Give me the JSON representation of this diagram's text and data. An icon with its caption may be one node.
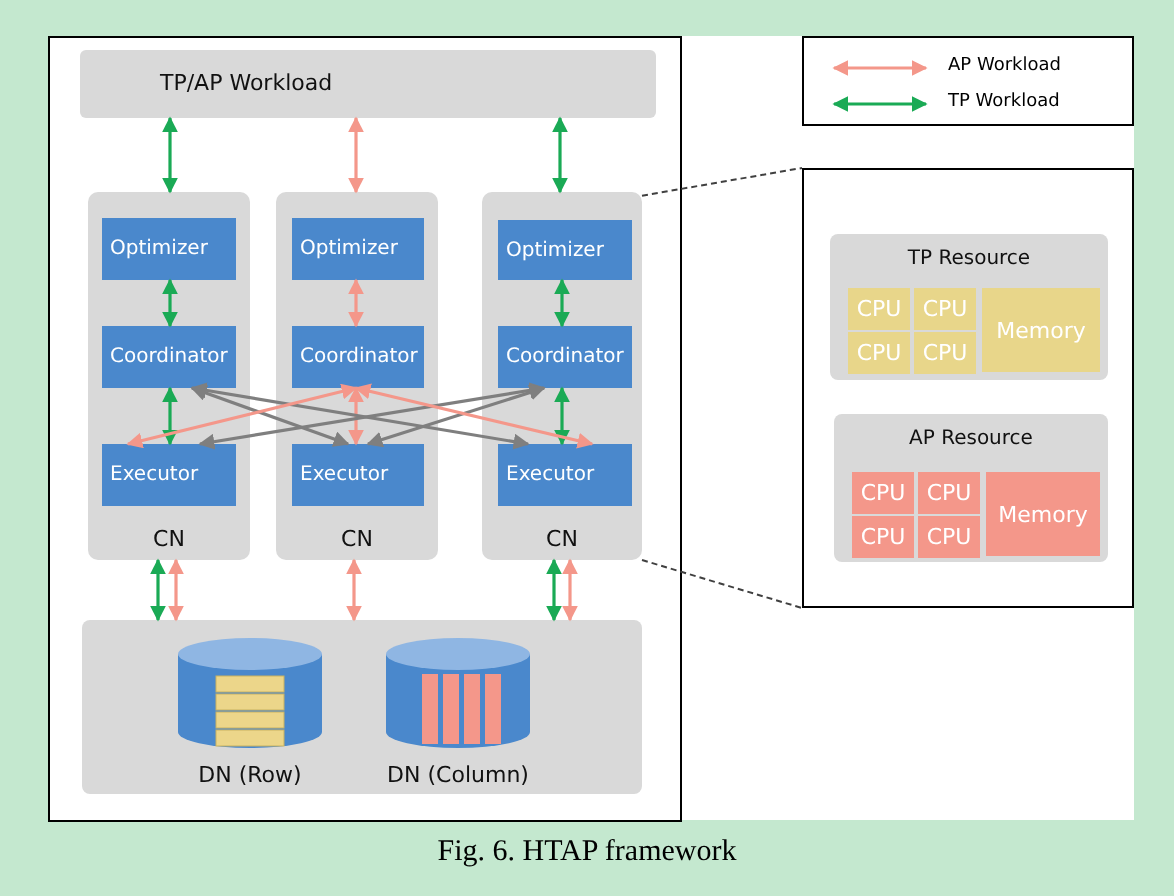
{
  "diagram": {
    "caption": "Fig. 6. HTAP framework",
    "nodes": [
      {
        "text": [
          "TP/AP Workload"
        ]
      },
      {
        "text": [
          "CN"
        ]
      },
      {
        "text": [
          "Optimizer"
        ],
        "in": 1
      },
      {
        "text": [
          "Coordinator"
        ],
        "in": 1
      },
      {
        "text": [
          "Executor"
        ],
        "in": 1
      },
      {
        "text": [
          "CN"
        ]
      },
      {
        "text": [
          "Optimizer"
        ],
        "in": 5
      },
      {
        "text": [
          "Coordinator"
        ],
        "in": 5
      },
      {
        "text": [
          "Executor"
        ],
        "in": 5
      },
      {
        "text": [
          "CN"
        ]
      },
      {
        "text": [
          "Optimizer"
        ],
        "in": 9
      },
      {
        "text": [
          "Coordinator"
        ],
        "in": 9
      },
      {
        "text": [
          "Executor"
        ],
        "in": 9
      },
      {
        "text": [],
        "shape": "box"
      },
      {
        "text": [
          "DN (Row)"
        ],
        "in": 13
      },
      {
        "text": [
          "DN (Column)"
        ],
        "in": 13
      },
      {
        "text": [],
        "shape": "box"
      },
      {
        "text": [
          "TP Resource"
        ],
        "in": 16
      },
      {
        "text": [
          "CPU"
        ],
        "in": 17
      },
      {
        "text": [
          "CPU"
        ],
        "in": 17
      },
      {
        "text": [
          "CPU"
        ],
        "in": 17
      },
      {
        "text": [
          "CPU"
        ],
        "in": 17
      },
      {
        "text": [
          "Memory"
        ],
        "in": 17
      },
      {
        "text": [
          "AP Resource"
        ],
        "in": 16
      },
      {
        "text": [
          "CPU"
        ],
        "in": 23
      },
      {
        "text": [
          "CPU"
        ],
        "in": 23
      },
      {
        "text": [
          "CPU"
        ],
        "in": 23
      },
      {
        "text": [
          "CPU"
        ],
        "in": 23
      },
      {
        "text": [
          "Memory"
        ],
        "in": 23
      }
    ],
    "edges": [
      {
        "from": 0,
        "to": 1,
        "arrow": "both",
        "color": "#1aaa55"
      },
      {
        "from": 0,
        "to": 5,
        "arrow": "both",
        "color": "#f4978a"
      },
      {
        "from": 0,
        "to": 9,
        "arrow": "both",
        "color": "#1aaa55"
      },
      {
        "from": 2,
        "to": 3,
        "arrow": "both",
        "color": "#1aaa55"
      },
      {
        "from": 3,
        "to": 4,
        "arrow": "both",
        "color": "#1aaa55"
      },
      {
        "from": 6,
        "to": 7,
        "arrow": "both",
        "color": "#f4978a"
      },
      {
        "from": 7,
        "to": 8,
        "arrow": "both",
        "color": "#f4978a"
      },
      {
        "from": 10,
        "to": 11,
        "arrow": "both",
        "color": "#1aaa55"
      },
      {
        "from": 11,
        "to": 12,
        "arrow": "both",
        "color": "#1aaa55"
      },
      {
        "from": 3,
        "to": 8,
        "arrow": "both",
        "color": "#7f7f7f"
      },
      {
        "from": 3,
        "to": 12,
        "arrow": "both",
        "color": "#7f7f7f"
      },
      {
        "from": 11,
        "to": 4,
        "arrow": "both",
        "color": "#7f7f7f"
      },
      {
        "from": 11,
        "to": 8,
        "arrow": "both",
        "color": "#7f7f7f"
      },
      {
        "from": 7,
        "to": 4,
        "arrow": "both",
        "color": "#f4978a"
      },
      {
        "from": 7,
        "to": 12,
        "arrow": "both",
        "color": "#f4978a"
      },
      {
        "from": 1,
        "to": 13,
        "arrow": "both",
        "color": "#1aaa55"
      },
      {
        "from": 1,
        "to": 13,
        "arrow": "both",
        "color": "#f4978a"
      },
      {
        "from": 5,
        "to": 13,
        "arrow": "both",
        "color": "#f4978a"
      },
      {
        "from": 9,
        "to": 13,
        "arrow": "both",
        "color": "#1aaa55"
      },
      {
        "from": 9,
        "to": 13,
        "arrow": "both",
        "color": "#f4978a"
      },
      {
        "from": 9,
        "to": 16,
        "arrow": "none",
        "style": "dashed",
        "color": "#404040"
      },
      {
        "from": 9,
        "to": 16,
        "arrow": "none",
        "style": "dashed",
        "color": "#404040"
      }
    ],
    "legend": [
      {
        "text": "AP Workload",
        "color": "#f4978a"
      },
      {
        "text": "TP Workload",
        "color": "#1aaa55"
      }
    ]
  }
}
